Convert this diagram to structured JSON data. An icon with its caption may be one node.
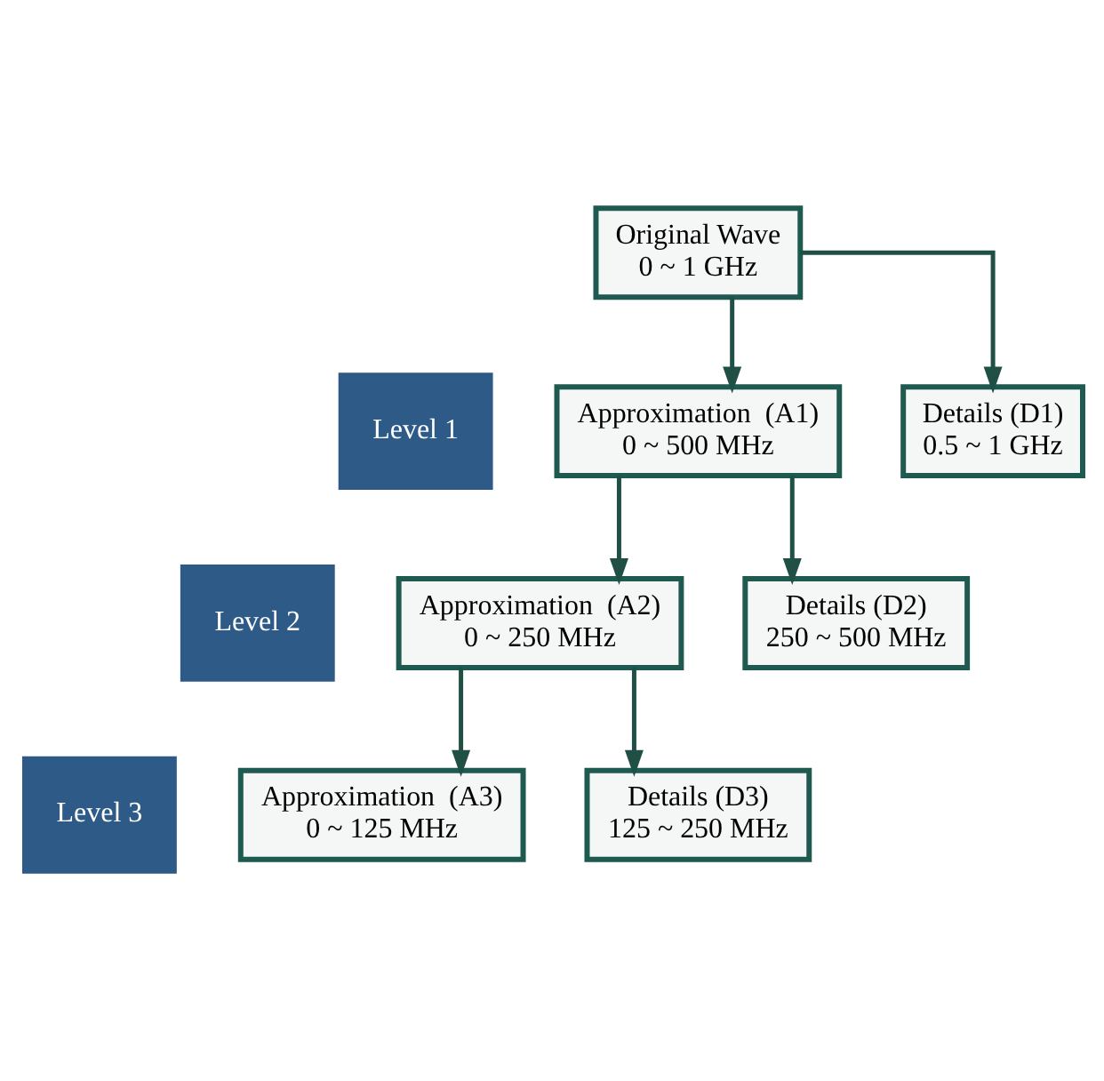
{
  "diagram": {
    "nodes": [
      {
        "text": [
          "Original Wave",
          "0 ~ 1 GHz"
        ]
      },
      {
        "text": [
          "Level 1"
        ]
      },
      {
        "text": [
          "Approximation  (A1)",
          "0 ~ 500 MHz"
        ]
      },
      {
        "text": [
          "Details (D1)",
          "0.5 ~ 1 GHz"
        ]
      },
      {
        "text": [
          "Level 2"
        ]
      },
      {
        "text": [
          "Approximation  (A2)",
          "0 ~ 250 MHz"
        ]
      },
      {
        "text": [
          "Details (D2)",
          "250 ~ 500 MHz"
        ]
      },
      {
        "text": [
          "Level 3"
        ]
      },
      {
        "text": [
          "Approximation  (A3)",
          "0 ~ 125 MHz"
        ]
      },
      {
        "text": [
          "Details (D3)",
          "125 ~ 250 MHz"
        ]
      }
    ],
    "edges": [
      {
        "from": 0,
        "to": 2,
        "arrow": "to"
      },
      {
        "from": 0,
        "to": 3,
        "arrow": "to"
      },
      {
        "from": 2,
        "to": 5,
        "arrow": "to"
      },
      {
        "from": 2,
        "to": 6,
        "arrow": "to"
      },
      {
        "from": 5,
        "to": 8,
        "arrow": "to"
      },
      {
        "from": 5,
        "to": 9,
        "arrow": "to"
      }
    ]
  }
}
